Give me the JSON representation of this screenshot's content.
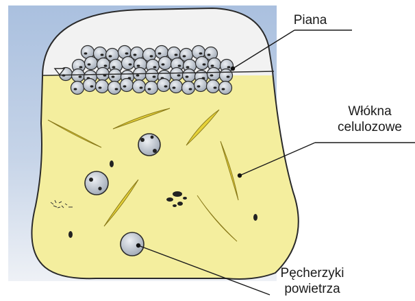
{
  "labels": {
    "foam": "Piana",
    "fibers_line1": "Włókna",
    "fibers_line2": "celulozowe",
    "air_line1": "Pęcherzyki",
    "air_line2": "powietrza"
  },
  "colors": {
    "background_top": "#aac0df",
    "background_bottom": "#eef1f6",
    "suspension": "#f4ee9e",
    "foam_layer": "#f2f2f2",
    "bubble_fill": "#aeb6c2",
    "fiber": "#e6d238",
    "outline": "#2a2a2a"
  }
}
